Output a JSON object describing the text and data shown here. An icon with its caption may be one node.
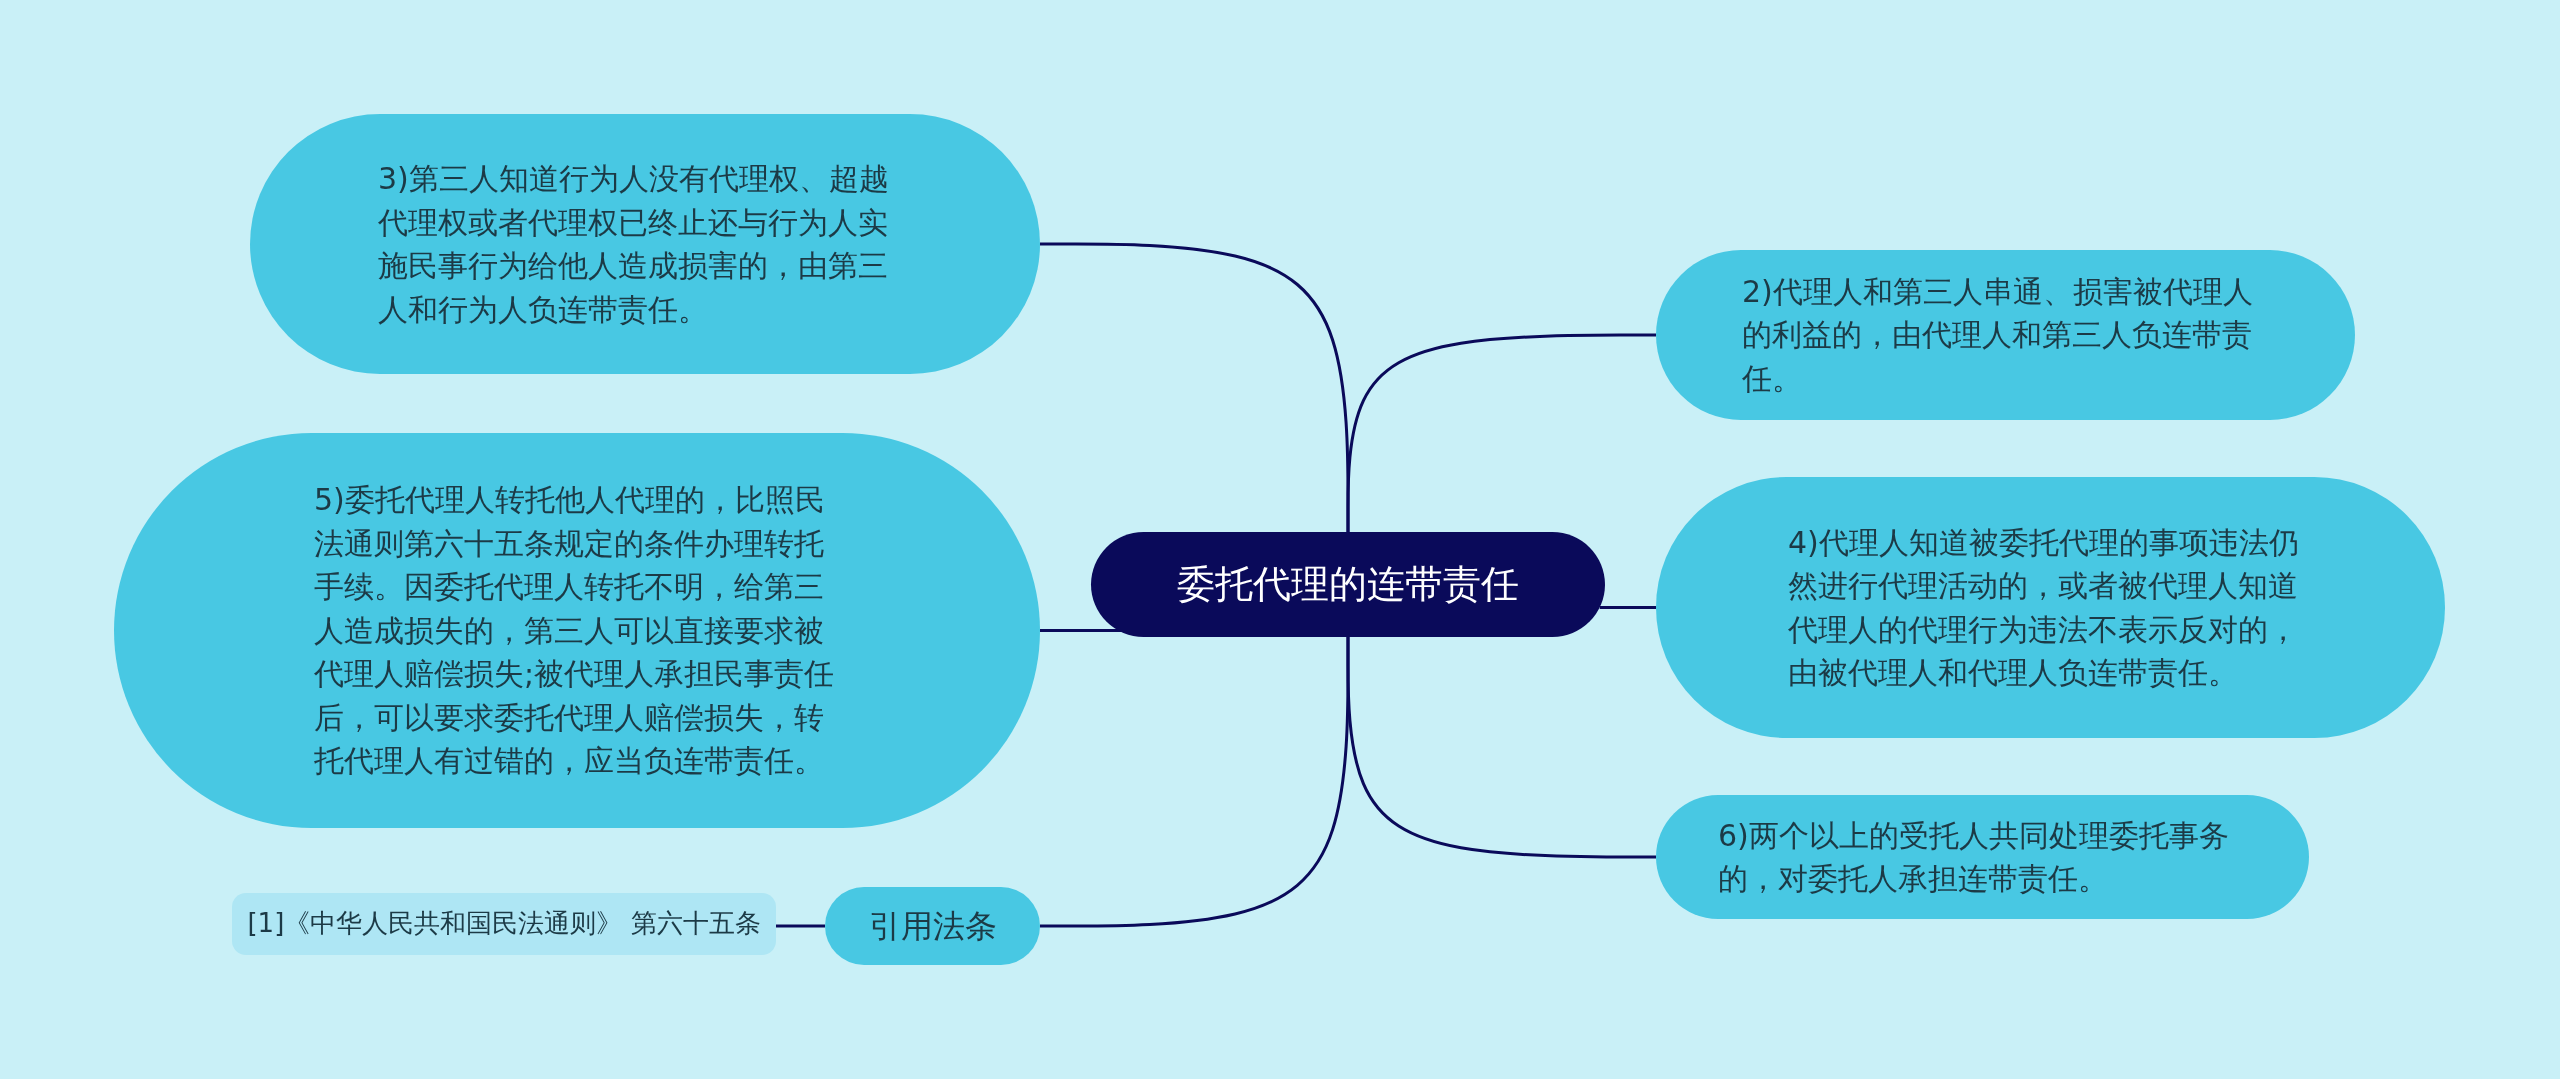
{
  "diagram": {
    "nodes": [
      {
        "text": [
          "委托代理的连带责任"
        ]
      },
      {
        "text": [
          "3)第三人知道行为人没有代理权、超越代理权或者代理权已终止还与行为人实施民事行为给他人造成损害的，由第三人和行为人负连带责任。"
        ]
      },
      {
        "text": [
          "2)代理人和第三人串通、损害被代理人的利益的，由代理人和第三人负连带责任。"
        ]
      },
      {
        "text": [
          "5)委托代理人转托他人代理的，比照民法通则第六十五条规定的条件办理转托手续。因委托代理人转托不明，给第三人造成损失的，第三人可以直接要求被代理人赔偿损失;被代理人承担民事责任后，可以要求委托代理人赔偿损失，转托代理人有过错的，应当负连带责任。"
        ]
      },
      {
        "text": [
          "4)代理人知道被委托代理的事项违法仍然进行代理活动的，或者被代理人知道代理人的代理行为违法不表示反对的，由被代理人和代理人负连带责任。"
        ]
      },
      {
        "text": [
          "[1]《中华人民共和国民法通则》 第六十五条"
        ]
      },
      {
        "text": [
          "引用法条"
        ]
      },
      {
        "text": [
          "6)两个以上的受托人共同处理委托事务的，对委托人承担连带责任。"
        ]
      }
    ],
    "edges": [
      {
        "from": 0,
        "to": 1,
        "arrow": "none"
      },
      {
        "from": 0,
        "to": 2,
        "arrow": "none"
      },
      {
        "from": 0,
        "to": 3,
        "arrow": "none"
      },
      {
        "from": 0,
        "to": 4,
        "arrow": "none"
      },
      {
        "from": 0,
        "to": 6,
        "arrow": "none"
      },
      {
        "from": 0,
        "to": 7,
        "arrow": "none"
      },
      {
        "from": 6,
        "to": 5,
        "arrow": "none"
      }
    ]
  }
}
